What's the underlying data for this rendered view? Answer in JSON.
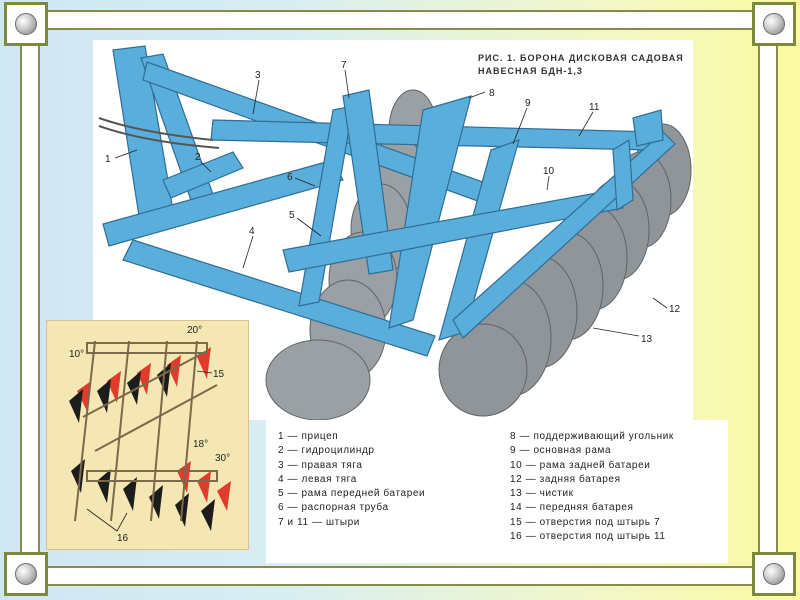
{
  "figure": {
    "title_line1": "РИС. 1. БОРОНА ДИСКОВАЯ САДОВАЯ",
    "title_line2": "НАВЕСНАЯ БДН-1,3",
    "callouts": [
      "1",
      "2",
      "3",
      "4",
      "5",
      "6",
      "7",
      "8",
      "9",
      "10",
      "11",
      "12",
      "13"
    ]
  },
  "inset": {
    "angles": [
      "10°",
      "20°",
      "18°",
      "30°"
    ],
    "callouts": [
      "15",
      "16"
    ]
  },
  "legend": {
    "left": [
      "1 — прицеп",
      "2 — гидроцилиндр",
      "3 — правая тяга",
      "4 — левая тяга",
      "5 — рама передней батареи",
      "6 — распорная труба",
      "7 и 11 — штыри"
    ],
    "right": [
      "8 — поддерживающий угольник",
      "9 — основная рама",
      "10 — рама задней батареи",
      "12 — задняя батарея",
      "13 — чистик",
      "14 — передняя батарея",
      "15 — отверстия под штырь 7",
      "16 — отверстия под штырь 11"
    ]
  },
  "colors": {
    "frame_blue": "#5aaedb",
    "disc_gray": "#8f9599",
    "inset_red": "#e23b2c"
  }
}
